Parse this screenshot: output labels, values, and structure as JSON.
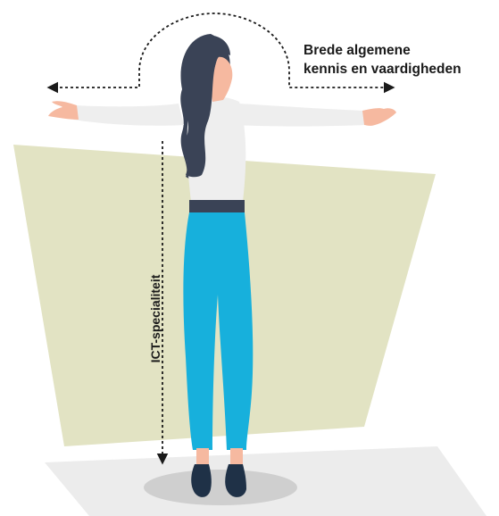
{
  "diagram": {
    "breadth_label_line1": "Brede algemene",
    "breadth_label_line2": "kennis en vaardigheden",
    "depth_label": "ICT-specialiteit"
  },
  "colors": {
    "background_panel": "#e2e3c3",
    "floor": "#ececec",
    "shadow": "#cfcfcf",
    "hair": "#3a4356",
    "skin": "#f6b9a0",
    "shirt": "#eeeeee",
    "belt": "#3a4356",
    "pants": "#17b0dc",
    "shoes": "#1f3147",
    "arrow": "#1a1a1a"
  }
}
